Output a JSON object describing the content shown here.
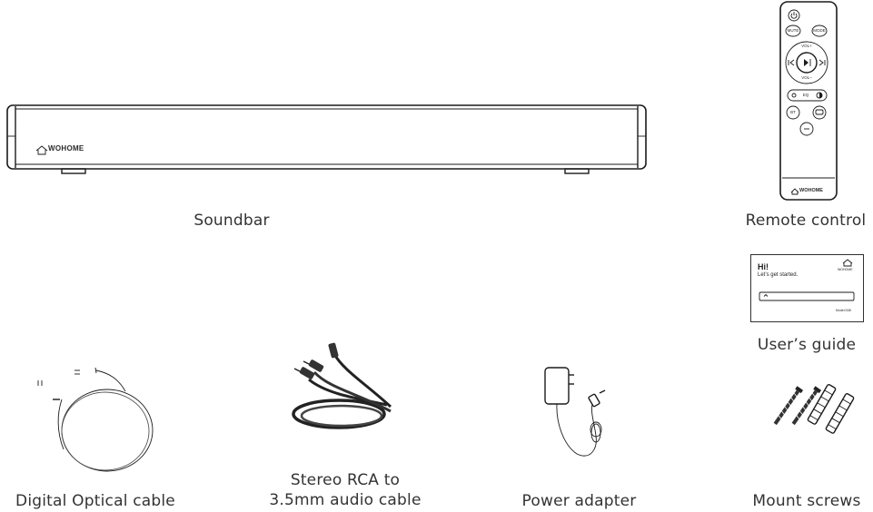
{
  "captions": {
    "soundbar": "Soundbar",
    "remote": "Remote control",
    "guide": "User’s guide",
    "optical": "Digital Optical cable",
    "rca_line1": "Stereo RCA to",
    "rca_line2": "3.5mm audio cable",
    "adapter": "Power adapter",
    "screws": "Mount screws"
  },
  "brand": "WOHOME",
  "remote_labels": {
    "mute": "MUTE",
    "mode": "MODE",
    "vol_up": "VOL+",
    "vol_down": "VOL–",
    "eq": "EQ",
    "bt": "BT",
    "brand": "WOHOME"
  },
  "guide": {
    "title": "Hi!",
    "subtitle": "Let’s get started.",
    "logo_text": "WOHOME",
    "model": "Model:S08"
  }
}
